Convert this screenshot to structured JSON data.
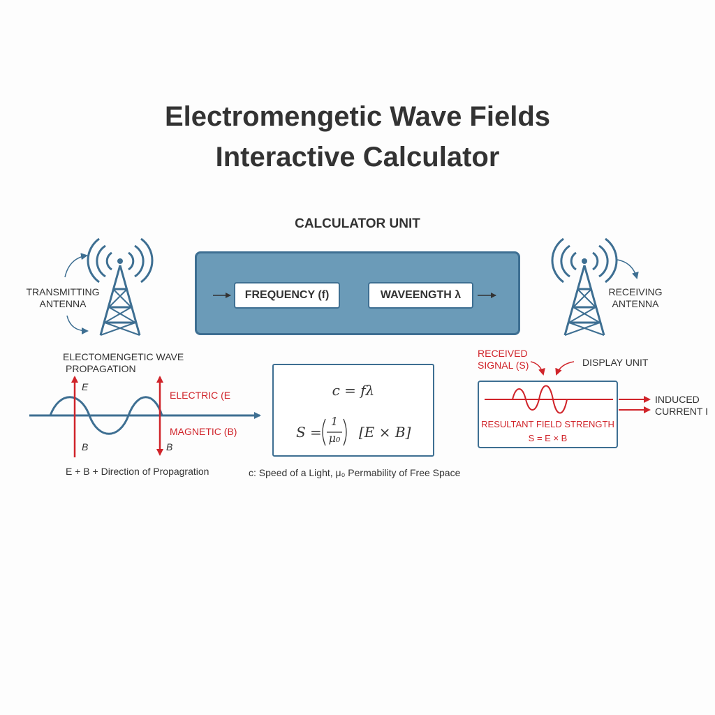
{
  "title": {
    "line1": "Electromengetic Wave Fields",
    "line2": "Interactive Calculator"
  },
  "calculator": {
    "heading": "CALCULATOR UNIT",
    "frequency_label": "FREQUENCY (f)",
    "wavelength_label": "WAVEENGTH λ"
  },
  "transmitter": {
    "label_line1": "TRANSMITTING",
    "label_line2": "ANTENNA"
  },
  "receiver": {
    "label_line1": "RECEIVING",
    "label_line2": "ANTENNA"
  },
  "propagation": {
    "heading_line1": "ELECTOMENGETIC WAVE",
    "heading_line2": "PROPAGATION",
    "e_label": "E",
    "b_label": "B",
    "electric_label": "ELECTRIC (E",
    "magnetic_label": "MAGNETIC (B)",
    "b_label_right": "B",
    "caption": "E + B + Direction of Propagration"
  },
  "formulas": {
    "eq1": "c = fλ",
    "eq2_lhs": "S = ",
    "eq2_num": "1",
    "eq2_den": "μ₀",
    "eq2_rhs": "[E × B]",
    "legend": "c: Speed of a Light, μ₀ Permability of Free Space"
  },
  "display": {
    "received_line1": "RECEIVED",
    "received_line2": "SIGNAL (S)",
    "unit_label": "DISPLAY UNIT",
    "strength_label": "RESULTANT FIELD STRENGTH",
    "strength_formula": "S = E × B",
    "output_line1": "INDUCED",
    "output_line2": "CURRENT I"
  },
  "colors": {
    "steel_blue": "#3e6f92",
    "panel_blue": "#6b9bb8",
    "red": "#d0242a",
    "text": "#333333"
  },
  "icons": [
    "transmit-tower-icon",
    "receive-tower-icon",
    "curved-arrow-icon",
    "arrow-right-icon"
  ]
}
